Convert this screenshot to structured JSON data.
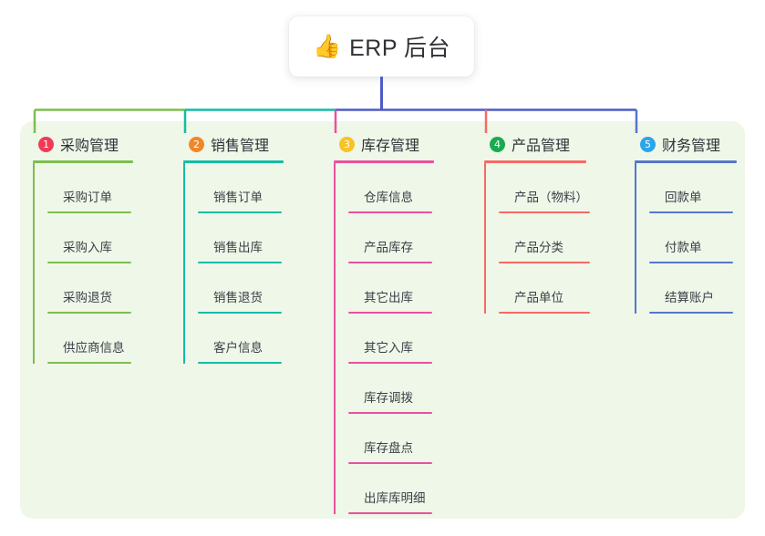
{
  "root": {
    "icon": "thumbs-up-icon",
    "emoji": "👍",
    "label": "ERP 后台"
  },
  "theme": {
    "panel_bg": "#eff7e9",
    "page_bg": "#ffffff",
    "root_stem": "#4e5bc4",
    "text": "#3b3f46"
  },
  "columns": [
    {
      "number": "1",
      "title": "采购管理",
      "badge_color": "#ef3b56",
      "line_color": "#7dbe4e",
      "items": [
        {
          "label": "采购订单"
        },
        {
          "label": "采购入库"
        },
        {
          "label": "采购退货"
        },
        {
          "label": "供应商信息"
        }
      ]
    },
    {
      "number": "2",
      "title": "销售管理",
      "badge_color": "#f08829",
      "line_color": "#15bca4",
      "items": [
        {
          "label": "销售订单"
        },
        {
          "label": "销售出库"
        },
        {
          "label": "销售退货"
        },
        {
          "label": "客户信息"
        }
      ]
    },
    {
      "number": "3",
      "title": "库存管理",
      "badge_color": "#f7c325",
      "line_color": "#e8519f",
      "items": [
        {
          "label": "仓库信息"
        },
        {
          "label": "产品库存"
        },
        {
          "label": "其它出库"
        },
        {
          "label": "其它入库"
        },
        {
          "label": "库存调拨"
        },
        {
          "label": "库存盘点"
        },
        {
          "label": "出库库明细"
        }
      ]
    },
    {
      "number": "4",
      "title": "产品管理",
      "badge_color": "#18ab4f",
      "line_color": "#f66a65",
      "items": [
        {
          "label": "产品（物料）"
        },
        {
          "label": "产品分类"
        },
        {
          "label": "产品单位"
        }
      ]
    },
    {
      "number": "5",
      "title": "财务管理",
      "badge_color": "#2aa6e8",
      "line_color": "#5577c9",
      "items": [
        {
          "label": "回款单"
        },
        {
          "label": "付款单"
        },
        {
          "label": "结算账户"
        }
      ]
    }
  ]
}
